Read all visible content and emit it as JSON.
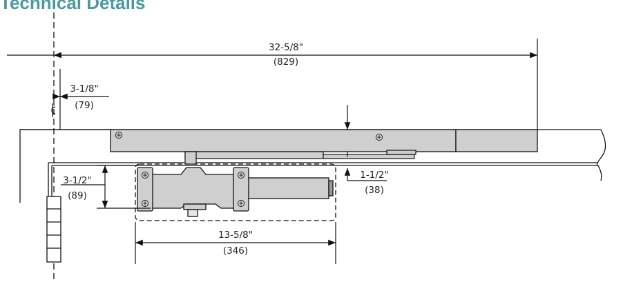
{
  "heading": {
    "text": "Technical Details",
    "color": "#4a9aa0"
  },
  "colors": {
    "line": "#111111",
    "part_fill": "#cfcfcf",
    "hinge_fill": "#ffffff"
  },
  "icons": {
    "centerline": "centerline-symbol-icon",
    "screw": "phillips-screw-icon",
    "hinge": "hinge-icon"
  },
  "dimensions": {
    "overall_length": {
      "inch": "32-5/8\"",
      "mm": "(829)"
    },
    "hinge_offset": {
      "inch": "3-1/8\"",
      "mm": "(79)"
    },
    "body_depth": {
      "inch": "3-1/2\"",
      "mm": "(89)"
    },
    "arm_clearance": {
      "inch": "1-1/2\"",
      "mm": "(38)"
    },
    "body_width": {
      "inch": "13-5/8\"",
      "mm": "(346)"
    }
  }
}
